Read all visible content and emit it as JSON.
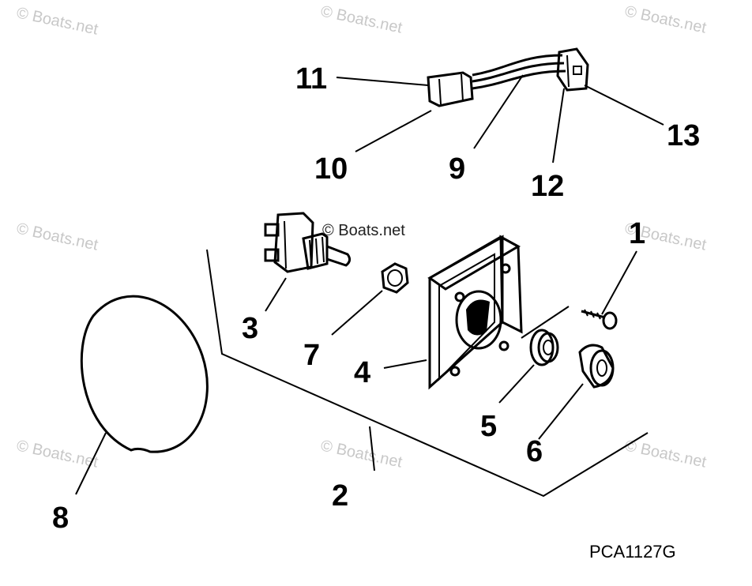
{
  "callouts": {
    "c1": "1",
    "c2": "2",
    "c3": "3",
    "c4": "4",
    "c5": "5",
    "c6": "6",
    "c7": "7",
    "c8": "8",
    "c9": "9",
    "c10": "10",
    "c11": "11",
    "c12": "12",
    "c13": "13"
  },
  "watermark": "© Boats.net",
  "drawing_code": "PCA1127G",
  "colors": {
    "line": "#000000",
    "background": "#ffffff",
    "watermark": "#c8c8c8"
  }
}
